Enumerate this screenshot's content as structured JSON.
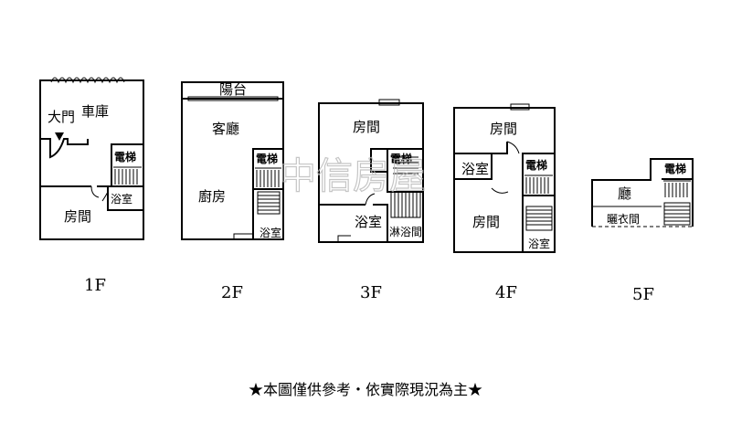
{
  "floors": [
    {
      "label": "1F",
      "rooms": {
        "garage": "車庫",
        "entrance": "大門",
        "elevator": "電梯",
        "bath": "浴室",
        "bedroom": "房間"
      }
    },
    {
      "label": "2F",
      "rooms": {
        "balcony": "陽台",
        "living": "客廳",
        "elevator": "電梯",
        "kitchen": "廚房",
        "bath": "浴室"
      }
    },
    {
      "label": "3F",
      "rooms": {
        "bedroom": "房間",
        "elevator": "電梯",
        "bath": "浴室",
        "shower": "淋浴間"
      }
    },
    {
      "label": "4F",
      "rooms": {
        "bedroom_top": "房間",
        "bath_left": "浴室",
        "elevator": "電梯",
        "bedroom": "房間",
        "bath": "浴室"
      }
    },
    {
      "label": "5F",
      "rooms": {
        "elevator": "電梯",
        "hall": "廳",
        "closet": "曬衣間"
      }
    }
  ],
  "watermark": "中信房屋",
  "disclaimer": "★本圖僅供參考・依實際現況為主★"
}
